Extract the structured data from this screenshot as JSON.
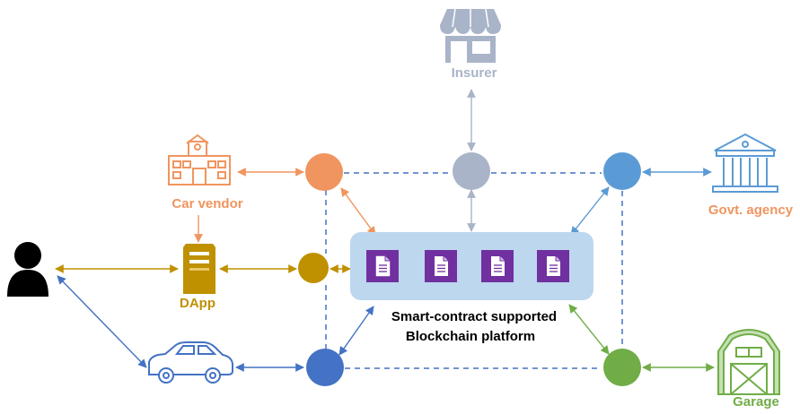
{
  "labels": {
    "insurer": "Insurer",
    "car_vendor": "Car vendor",
    "govt_agency": "Govt. agency",
    "dapp": "DApp",
    "garage": "Garage",
    "platform_line1": "Smart-contract supported",
    "platform_line2": "Blockchain platform"
  },
  "icons": {
    "insurer": "store-icon",
    "car_vendor": "school-building-icon",
    "govt_agency": "bank-building-icon",
    "dapp": "server-icon",
    "user": "user-icon",
    "car": "car-icon",
    "garage": "barn-icon",
    "contract": "document-icon"
  },
  "colors": {
    "insurer": "#a9b4c8",
    "car_vendor": "#f0955f",
    "govt_agency": "#5b9bd5",
    "dapp": "#bf9000",
    "garage": "#70ad47",
    "node_blue": "#4472c4",
    "platform_bg": "#bdd7ee",
    "contract": "#7030a0",
    "user": "#000000",
    "dashed": "#4472c4"
  }
}
